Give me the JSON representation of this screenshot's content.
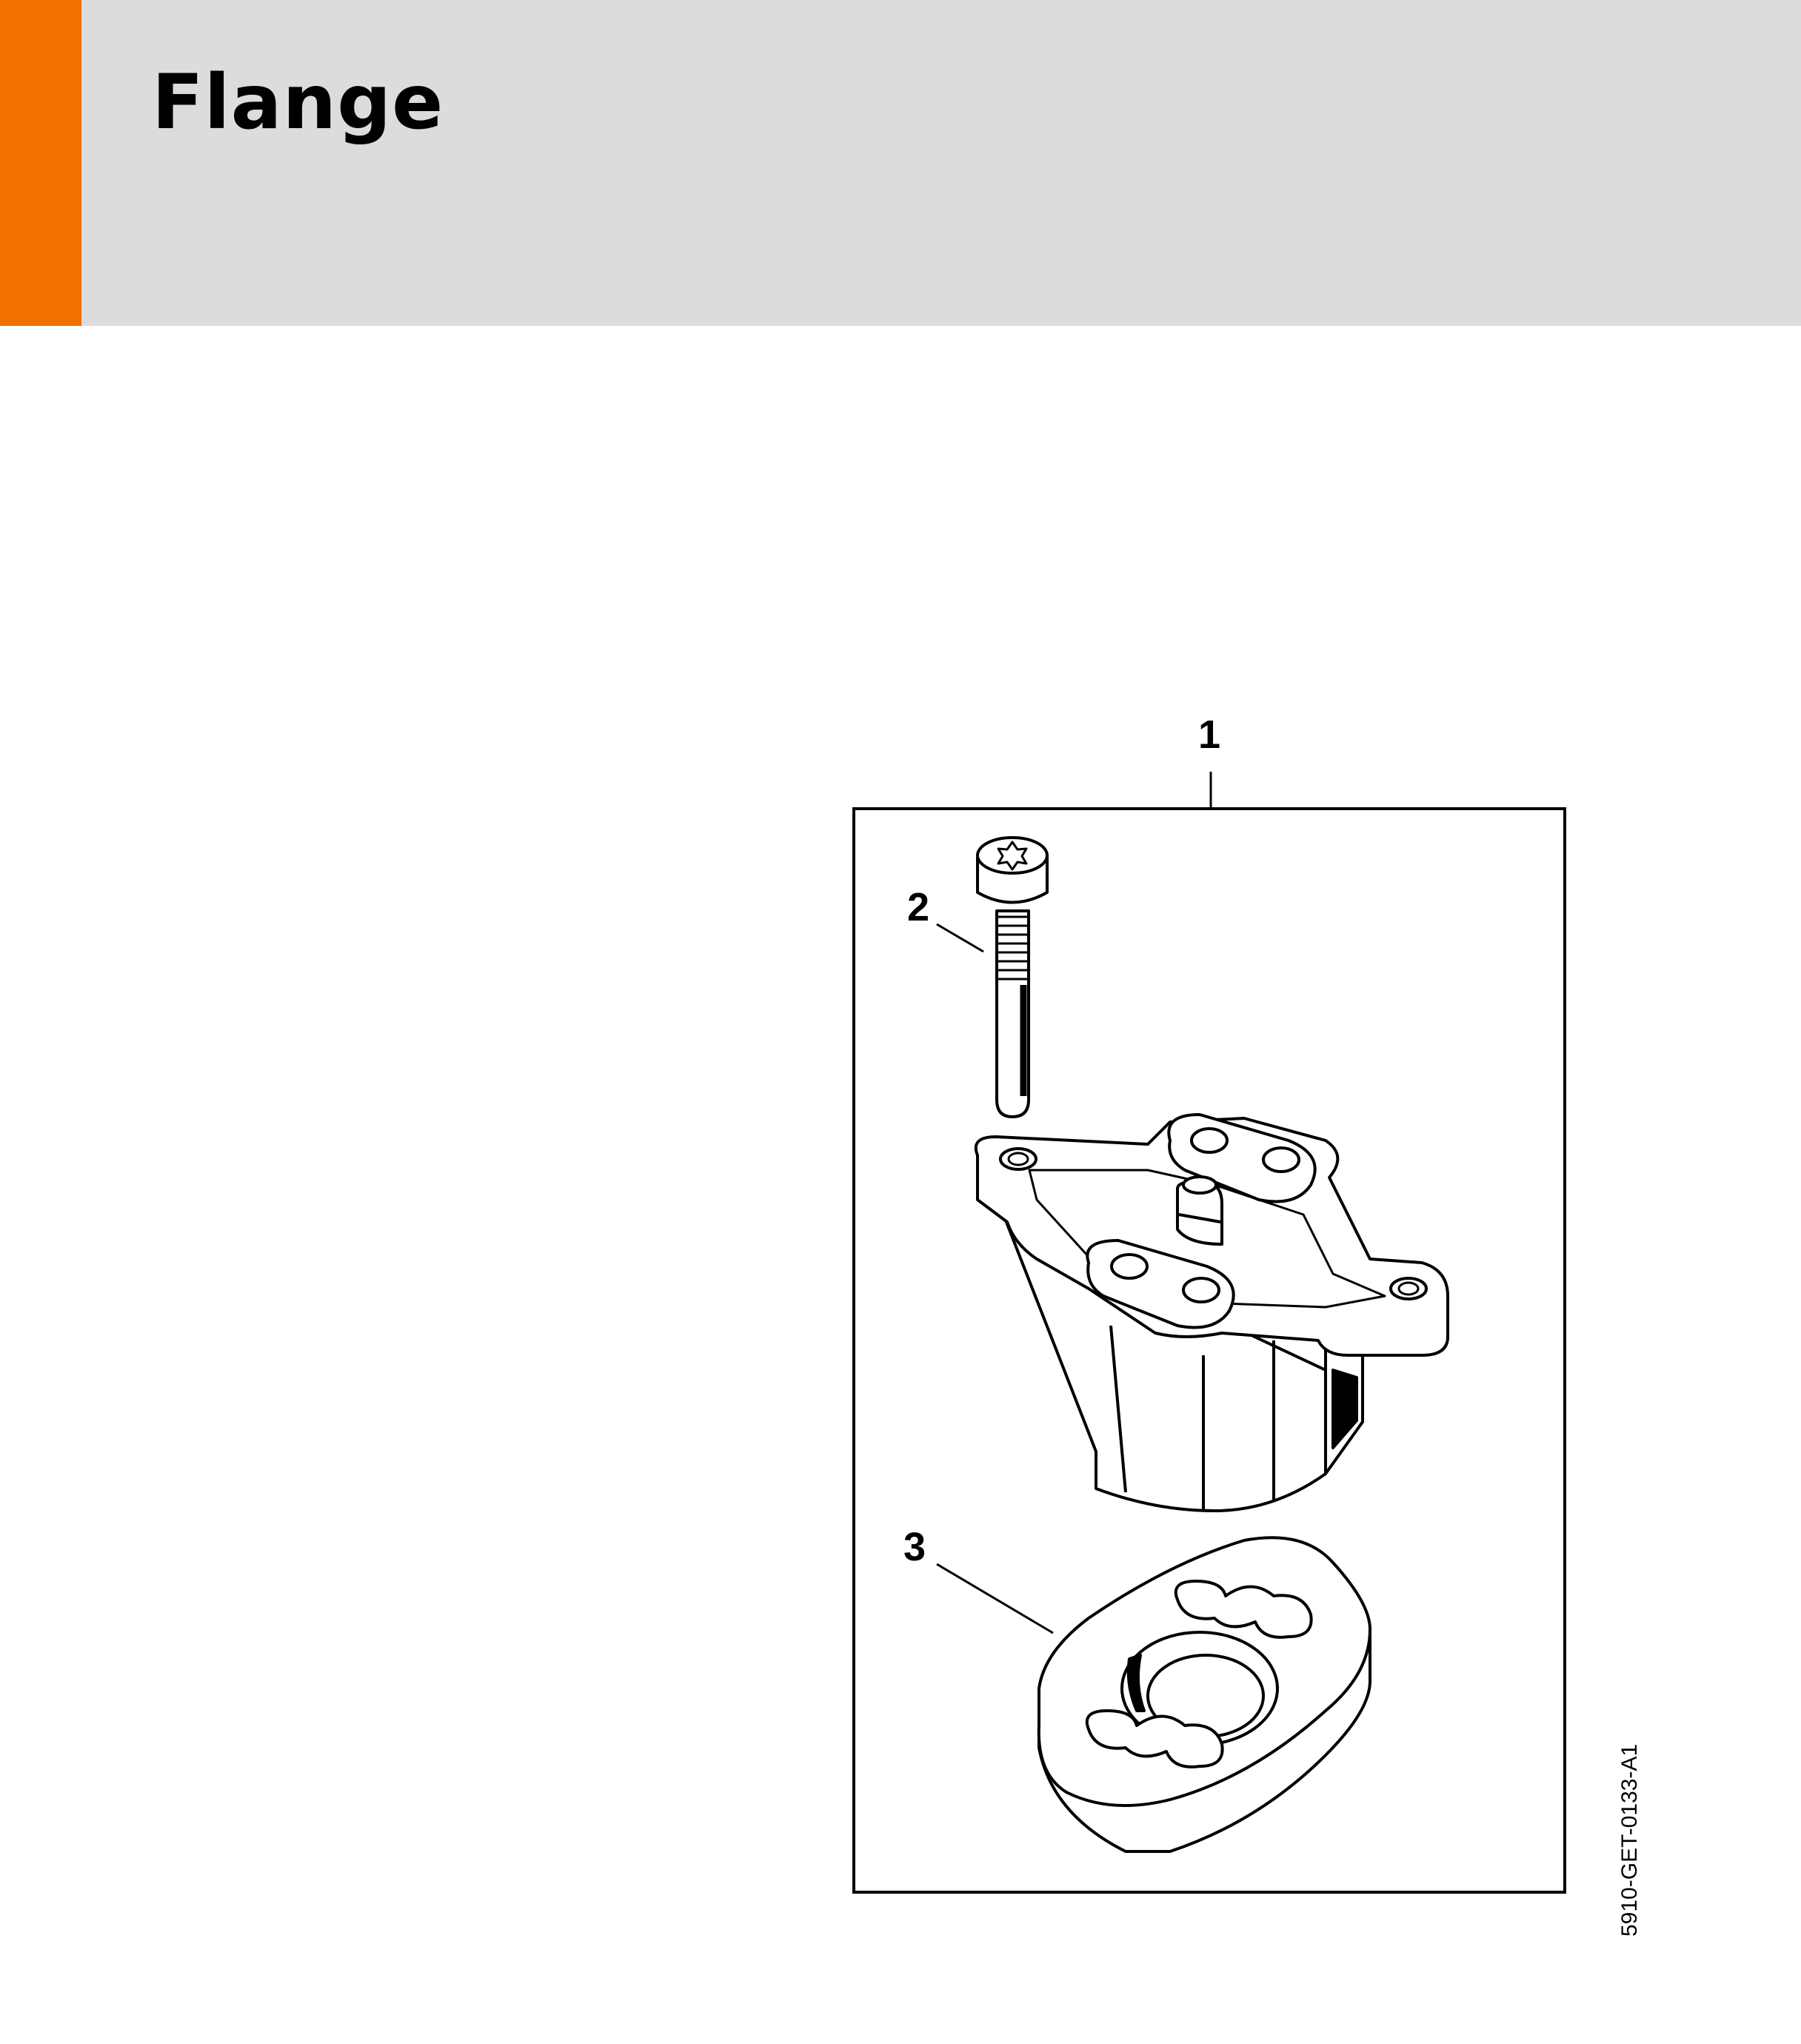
{
  "header": {
    "title": "Flange",
    "accent_color": "#f07000",
    "background_color": "#dbdcdb"
  },
  "diagram": {
    "callouts": [
      {
        "label": "1"
      },
      {
        "label": "2"
      },
      {
        "label": "3"
      }
    ],
    "drawing_code": "5910-GET-0133-A1"
  }
}
